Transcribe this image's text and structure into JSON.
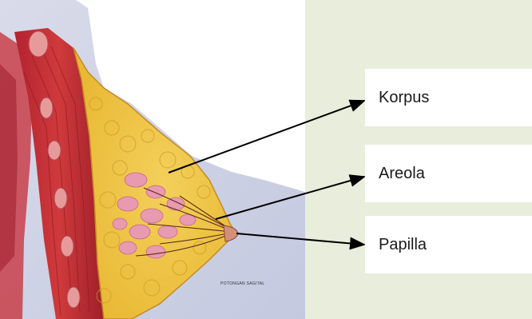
{
  "labels": {
    "korpus": "Korpus",
    "areola": "Areola",
    "papilla": "Papilla"
  },
  "image_caption": "POTONGAN SAGITAL",
  "colors": {
    "background": "#e8eedb",
    "label_box": "#ffffff",
    "arrow": "#000000"
  }
}
